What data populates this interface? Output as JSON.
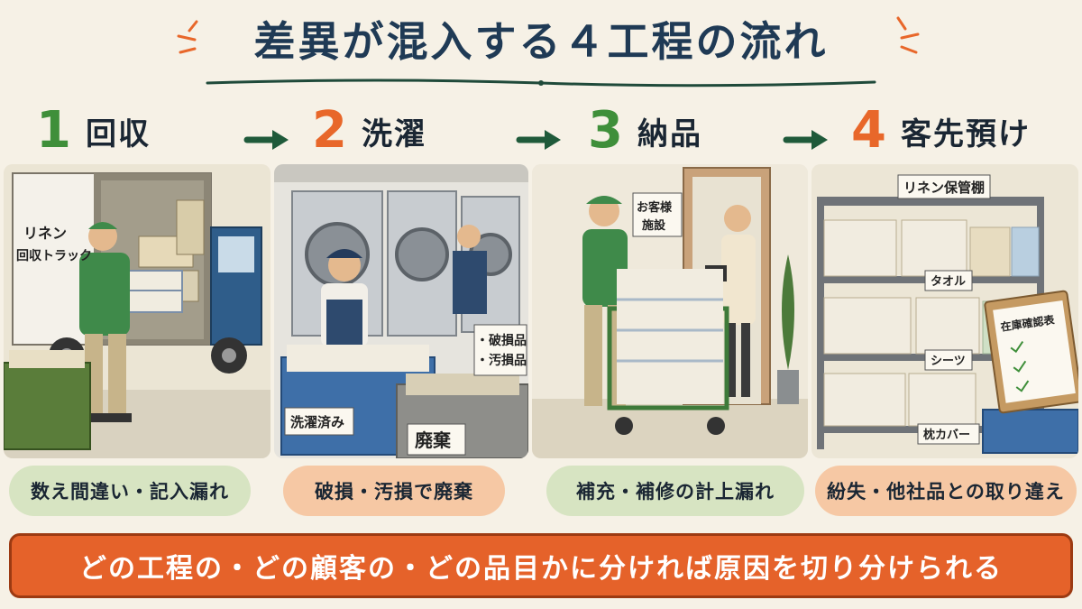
{
  "title": "差異が混入する４工程の流れ",
  "steps": [
    {
      "number": "1",
      "label": "回収",
      "issue": "数え間違い・記入漏れ"
    },
    {
      "number": "2",
      "label": "洗濯",
      "issue": "破損・汚損で廃棄"
    },
    {
      "number": "3",
      "label": "納品",
      "issue": "補充・補修の計上漏れ"
    },
    {
      "number": "4",
      "label": "客先預け",
      "issue": "紛失・他社品との取り違え"
    }
  ],
  "panel_signs": {
    "truck_line1": "リネン",
    "truck_line2": "回収トラック",
    "washed_bin": "洗濯済み",
    "discard_bin": "廃棄",
    "damaged_line1": "・破損品",
    "damaged_line2": "・汚損品",
    "customer_line1": "お客様",
    "customer_line2": "施設",
    "shelf_title": "リネン保管棚",
    "shelf_towel": "タオル",
    "shelf_sheet": "シーツ",
    "shelf_pillow": "枕カバー",
    "inventory_sheet": "在庫確認表"
  },
  "conclusion": "どの工程の・どの顧客の・どの品目かに分ければ原因を切り分けられる",
  "colors": {
    "accent_green": "#3f8f3a",
    "accent_orange": "#e8672a",
    "title_navy": "#1f3a55",
    "banner": "#e5622a",
    "pill_green": "#d7e4c2",
    "pill_peach": "#f6c8a4"
  }
}
